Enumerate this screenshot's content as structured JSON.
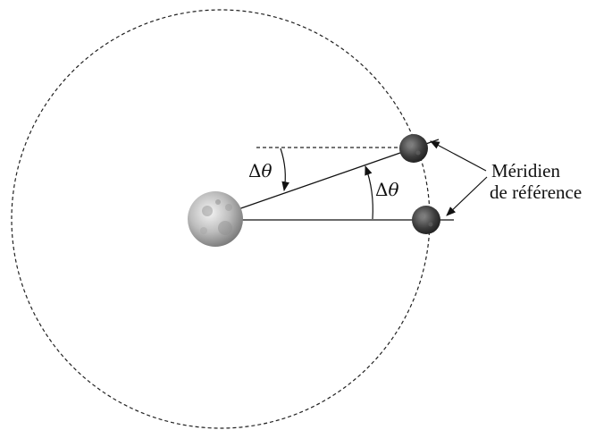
{
  "angle_labels": {
    "upper": {
      "delta": "Δ",
      "theta": "θ"
    },
    "lower": {
      "delta": "Δ",
      "theta": "θ"
    }
  },
  "reference_label": {
    "line1": "Méridien",
    "line2": "de référence"
  },
  "colors": {
    "line": "#111111",
    "orbit": "#222222",
    "central_body": "#c9c9c9",
    "orbiting_body": "#3a3a3a"
  }
}
